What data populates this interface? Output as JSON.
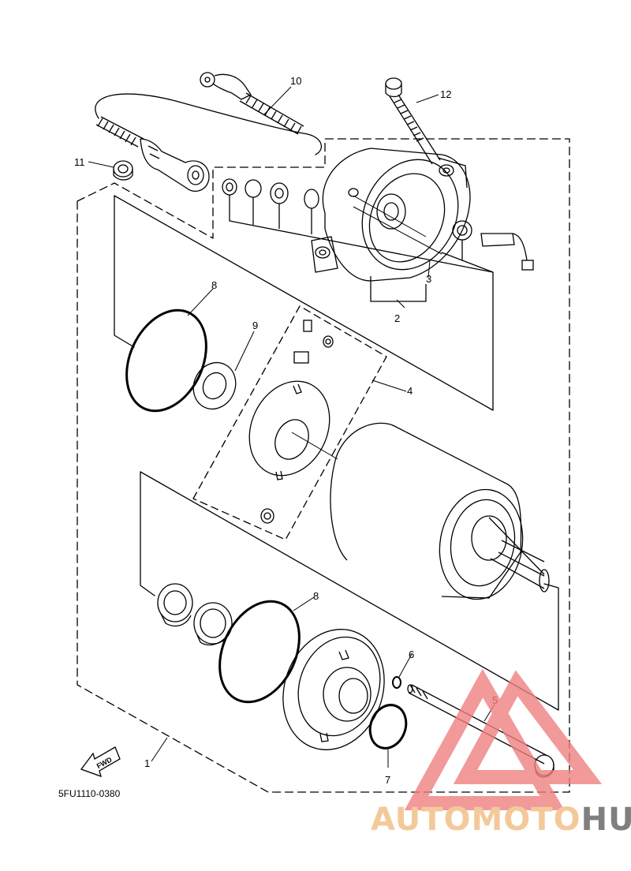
{
  "diagram_code": "5FU1110-0380",
  "fwd_label": "FWD",
  "callouts": {
    "c1": "1",
    "c2": "2",
    "c3": "3",
    "c4": "4",
    "c5": "5",
    "c6": "6",
    "c7": "7",
    "c8a": "8",
    "c8b": "8",
    "c9": "9",
    "c10": "10",
    "c11": "11",
    "c12": "12"
  },
  "watermark": {
    "part1": "AUTOMOTO",
    "part2": "HUB",
    "color1": "#f4c99a",
    "color2": "#7f7f7f",
    "triangle_color": "#f08080"
  }
}
